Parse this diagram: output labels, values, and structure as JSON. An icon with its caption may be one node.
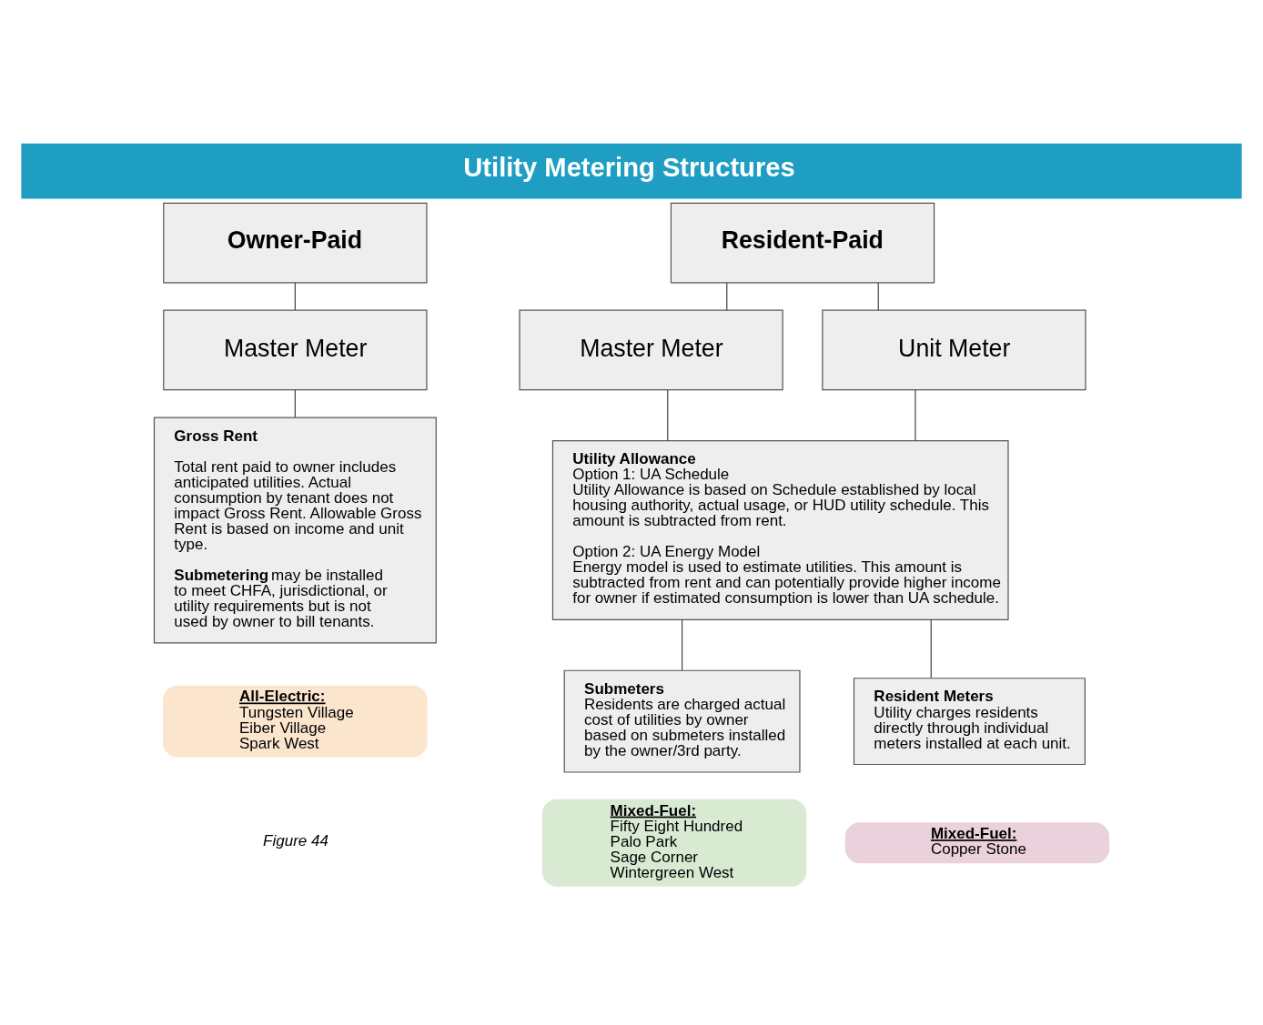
{
  "diagram": {
    "title": "Utility Metering Structures",
    "caption": "Figure 44",
    "nodes": [
      {
        "text": [
          "Owner-Paid"
        ]
      },
      {
        "text": [
          "Resident-Paid"
        ]
      },
      {
        "text": [
          "Master Meter"
        ]
      },
      {
        "text": [
          "Master Meter"
        ]
      },
      {
        "text": [
          "Unit Meter"
        ]
      },
      {
        "text": [
          "Gross Rent",
          "Total rent paid to owner includes anticipated utilities. Actual consumption by tenant does not impact Gross Rent. Allowable Gross Rent is based on income and unit type.",
          "**Submetering** may be installed to meet CHFA, jurisdictional, or utility requirements but is not used by owner to bill tenants."
        ]
      },
      {
        "text": [
          "Utility Allowance",
          "Option 1: UA Schedule",
          "Utility Allowance is based on Schedule established by local housing authority, actual usage, or HUD utility schedule. This amount is subtracted from rent.",
          "Option 2: UA Energy Model",
          "Energy model is used to estimate utilities. This amount is subtracted from rent and can potentially provide higher income for owner if estimated consumption is lower than UA schedule."
        ]
      },
      {
        "text": [
          "Submeters",
          "Residents are charged actual cost of utilities by owner based on submeters installed by the owner/3rd party."
        ]
      },
      {
        "text": [
          "Resident Meters",
          "Utility charges residents directly through individual meters installed at each unit."
        ]
      },
      {
        "text": [
          "All-Electric:",
          "Tungsten Village",
          "Eiber Village",
          "Spark West"
        ]
      },
      {
        "text": [
          "Mixed-Fuel:",
          "Fifty Eight Hundred",
          "Palo Park",
          "Sage Corner",
          "Wintergreen West"
        ]
      },
      {
        "text": [
          "Mixed-Fuel:",
          "Copper Stone"
        ]
      }
    ],
    "edges": [
      {
        "from": 0,
        "to": 2,
        "arrow": "none"
      },
      {
        "from": 2,
        "to": 5,
        "arrow": "none"
      },
      {
        "from": 1,
        "to": 3,
        "arrow": "none"
      },
      {
        "from": 1,
        "to": 4,
        "arrow": "none"
      },
      {
        "from": 3,
        "to": 6,
        "arrow": "none"
      },
      {
        "from": 4,
        "to": 6,
        "arrow": "none"
      },
      {
        "from": 6,
        "to": 7,
        "arrow": "none"
      },
      {
        "from": 6,
        "to": 8,
        "arrow": "none"
      }
    ]
  }
}
